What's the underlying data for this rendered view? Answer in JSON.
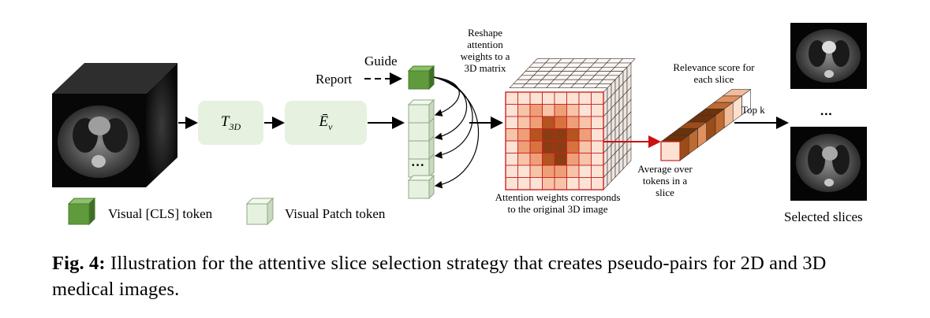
{
  "labels": {
    "guide": "Guide",
    "report": "Report",
    "reshape": [
      "Reshape",
      "attention",
      "weights to a",
      "3D matrix"
    ],
    "relevance": [
      "Relevance score for",
      "each slice"
    ],
    "average": [
      "Average over",
      "tokens in a",
      "slice"
    ],
    "attention_weights": [
      "Attention weights corresponds",
      "to the original 3D image"
    ],
    "top_k": "Top k",
    "selected": "Selected slices",
    "ellipsis": "…",
    "dots": "•••"
  },
  "blocks": {
    "t3d_main": "T",
    "t3d_sub": "3D",
    "ev_main": "Ē",
    "ev_sub": "v"
  },
  "legend": {
    "cls": "Visual [CLS] token",
    "patch": "Visual Patch token"
  },
  "caption": {
    "prefix": "Fig. 4:",
    "text": " Illustration for the attentive slice selection strategy that creates pseudo-pairs for 2D and 3D medical images."
  },
  "colors": {
    "cls_green": "#5f9b3c",
    "patch_green": "#e6f2df",
    "grid_red": "#cc2222",
    "arrow_red": "#cc1111"
  },
  "attention_grid": [
    [
      1,
      1,
      1,
      1,
      1,
      1,
      1,
      1
    ],
    [
      1,
      2,
      3,
      2,
      3,
      2,
      1,
      1
    ],
    [
      1,
      2,
      3,
      5,
      4,
      3,
      2,
      1
    ],
    [
      2,
      3,
      5,
      6,
      6,
      5,
      3,
      1
    ],
    [
      1,
      3,
      4,
      6,
      6,
      4,
      2,
      1
    ],
    [
      1,
      2,
      3,
      5,
      6,
      3,
      2,
      1
    ],
    [
      1,
      1,
      2,
      3,
      3,
      2,
      1,
      1
    ],
    [
      1,
      1,
      1,
      2,
      2,
      1,
      1,
      1
    ]
  ],
  "relevance_bar": [
    6,
    5,
    4,
    6,
    5,
    3,
    2,
    1
  ]
}
